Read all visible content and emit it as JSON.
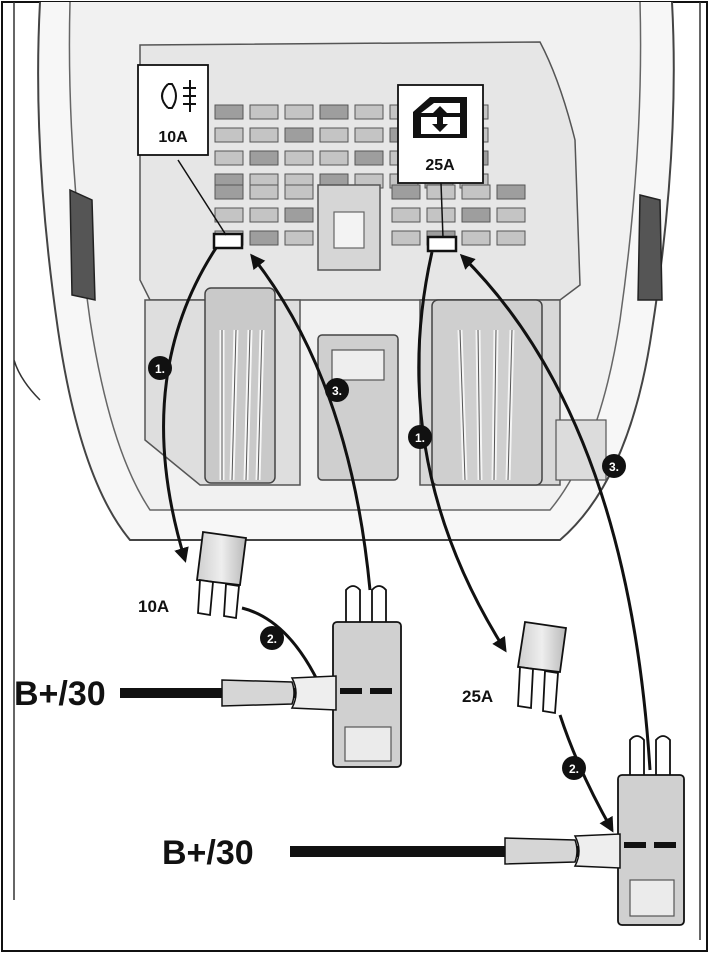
{
  "callouts": {
    "left": {
      "icon": "rear-fog-light-icon",
      "rating": "10A"
    },
    "right": {
      "icon": "power-window-icon",
      "rating": "25A"
    }
  },
  "fuse_labels": {
    "left": "10A",
    "right": "25A"
  },
  "supply_labels": {
    "left": "B+/30",
    "right": "B+/30"
  },
  "steps": {
    "left": [
      "1.",
      "2.",
      "3."
    ],
    "right": [
      "1.",
      "2.",
      "3."
    ]
  },
  "colors": {
    "outline": "#111111",
    "body_fill": "#f4f4f4",
    "fuse_panel": "#e4e4e4",
    "fuse_slot": "#b8b8b8",
    "wire": "#1a1a1a",
    "step_badge": "#111111"
  }
}
